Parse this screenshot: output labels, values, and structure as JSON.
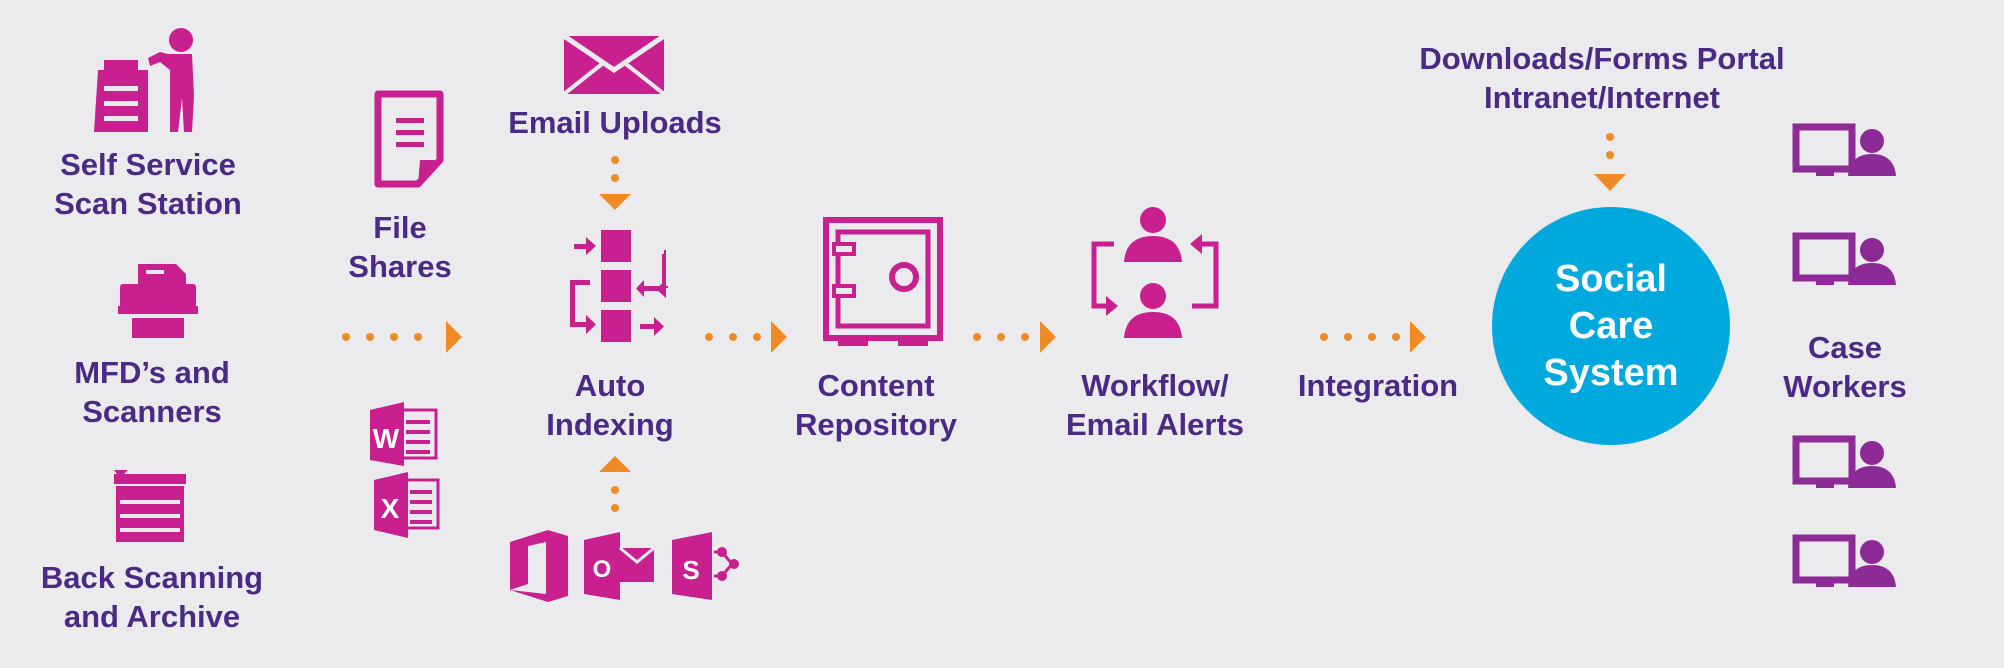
{
  "colors": {
    "background": "#ebebed",
    "label": "#4a2a84",
    "icon_magenta": "#c8208e",
    "icon_purple": "#8c2a96",
    "arrow_orange": "#f08a24",
    "hub": "#00a9dd"
  },
  "sources": {
    "self_service": [
      "Self Service",
      "Scan Station"
    ],
    "mfd": [
      "MFD’s and",
      "Scanners"
    ],
    "back_scanning": [
      "Back Scanning",
      "and Archive"
    ]
  },
  "file_shares": [
    "File",
    "Shares"
  ],
  "email_uploads": "Email Uploads",
  "stages": {
    "auto_indexing": [
      "Auto",
      "Indexing"
    ],
    "content_repository": [
      "Content",
      "Repository"
    ],
    "workflow": [
      "Workflow/",
      "Email Alerts"
    ],
    "integration": "Integration"
  },
  "portal": [
    "Downloads/Forms Portal",
    "Intranet/Internet"
  ],
  "hub": [
    "Social",
    "Care",
    "System"
  ],
  "case_workers": [
    "Case",
    "Workers"
  ],
  "icons": {
    "scan_station": "person-at-scanner-icon",
    "mfd": "printer-icon",
    "back_scanning": "copier-icon",
    "file_shares": "document-icon",
    "word": "word-icon",
    "excel": "excel-icon",
    "email": "envelope-icon",
    "indexing": "indexing-icon",
    "office": "office-icon",
    "outlook": "outlook-icon",
    "sharepoint": "sharepoint-icon",
    "repository": "safe-icon",
    "workflow": "users-cycle-icon",
    "case_worker": "computer-user-icon"
  }
}
